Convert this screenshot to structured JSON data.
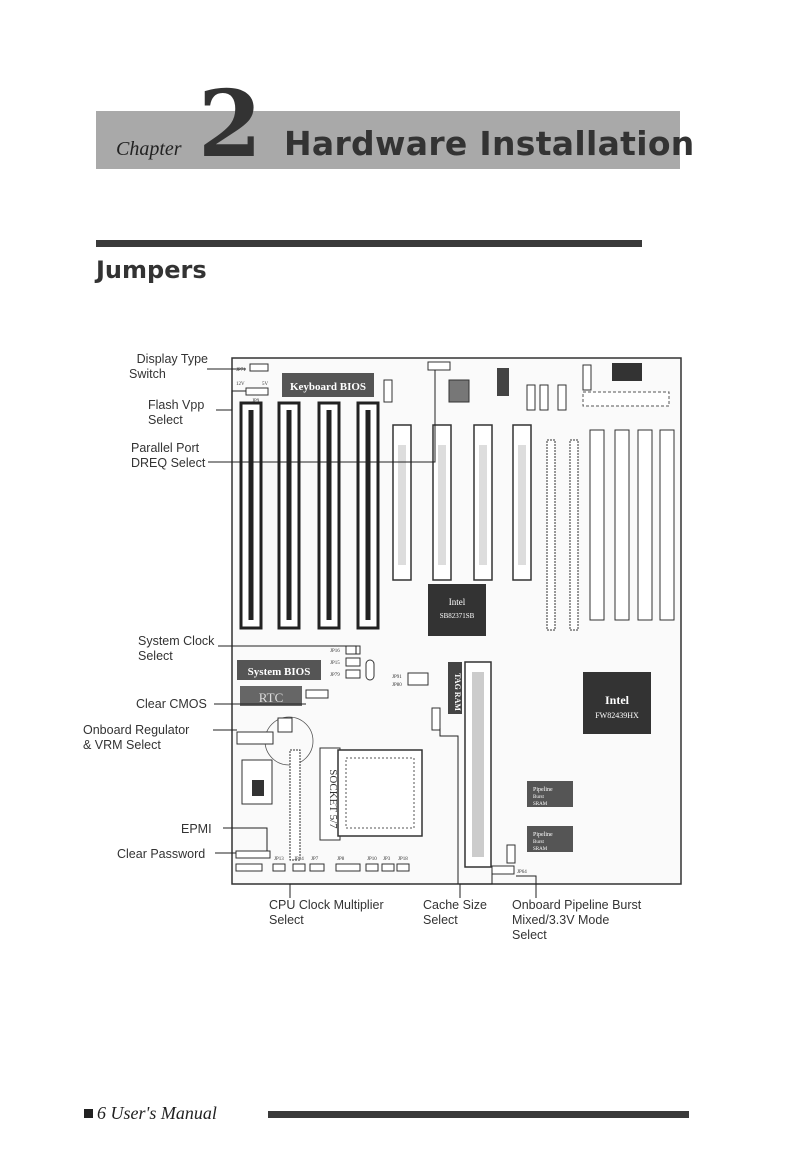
{
  "header": {
    "chapter_word": "Chapter",
    "chapter_number": "2",
    "chapter_title": "Hardware Installation"
  },
  "section": {
    "title": "Jumpers"
  },
  "callouts": {
    "display_type_1": "Display Type",
    "display_type_2": "Switch",
    "flash_vpp_1": "Flash Vpp",
    "flash_vpp_2": "Select",
    "parallel_1": "Parallel Port",
    "parallel_2": "DREQ Select",
    "sysclock_1": "System Clock",
    "sysclock_2": "Select",
    "clear_cmos": "Clear CMOS",
    "regulator_1": "Onboard Regulator",
    "regulator_2": "& VRM Select",
    "epmi": "EPMI",
    "clear_password": "Clear Password",
    "cpu_mult_1": "CPU Clock Multiplier",
    "cpu_mult_2": "Select",
    "cache_1": "Cache Size",
    "cache_2": "Select",
    "pipeline_1": "Onboard Pipeline Burst",
    "pipeline_2": "Mixed/3.3V Mode",
    "pipeline_3": "Select"
  },
  "board": {
    "keyboard_bios": "Keyboard BIOS",
    "system_bios": "System BIOS",
    "rtc": "RTC",
    "socket": "SOCKET 5/7",
    "tag_ram": "TAG RAM",
    "intel_chip_1": "Intel",
    "intel_chip_2": "FW82439HX",
    "chip_mid_1": "Intel",
    "chip_mid_2": "SB82371SB",
    "sram_1": "Pipeline",
    "sram_2": "Burst",
    "sram_3": "SRAM",
    "jp_labels": {
      "jp71": "JP71",
      "v12": "12V",
      "v5": "5V",
      "jp9": "JP9",
      "jp16": "JP16",
      "jp15": "JP15",
      "jp79": "JP79",
      "jp91": "JP91",
      "jp80": "JP80",
      "jp63": "JP63",
      "jp13": "JP13",
      "jp14": "JP14",
      "jp7": "JP7",
      "jp8": "JP8",
      "jp10": "JP10",
      "jp3": "JP3",
      "jp18": "JP18",
      "jp64": "JP64"
    }
  },
  "footer": {
    "page_label": "6 User's Manual"
  }
}
